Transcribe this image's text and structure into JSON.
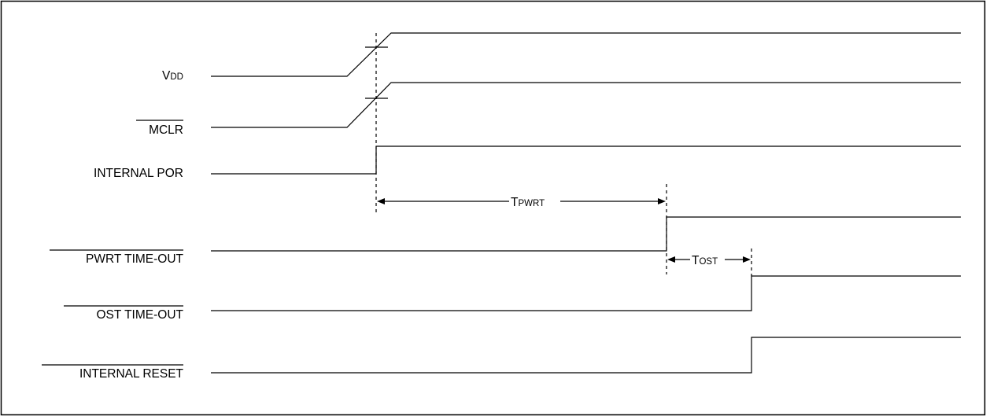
{
  "diagram": {
    "signals": [
      {
        "id": "vdd",
        "label_main": "V",
        "label_sub": "DD",
        "overbar": false
      },
      {
        "id": "mclr",
        "label": "MCLR",
        "overbar": true
      },
      {
        "id": "internal_por",
        "label": "INTERNAL POR",
        "overbar": false
      },
      {
        "id": "pwrt_timeout",
        "label": "PWRT TIME-OUT",
        "overbar": true
      },
      {
        "id": "ost_timeout",
        "label": "OST TIME-OUT",
        "overbar": true
      },
      {
        "id": "internal_reset",
        "label": "INTERNAL RESET",
        "overbar": true
      }
    ],
    "annotations": {
      "tpwrt": {
        "main": "T",
        "sub": "PWRT"
      },
      "tost": {
        "main": "T",
        "sub": "OST"
      }
    },
    "colors": {
      "line": "#000000",
      "frame": "#000000",
      "background": "#ffffff"
    }
  }
}
